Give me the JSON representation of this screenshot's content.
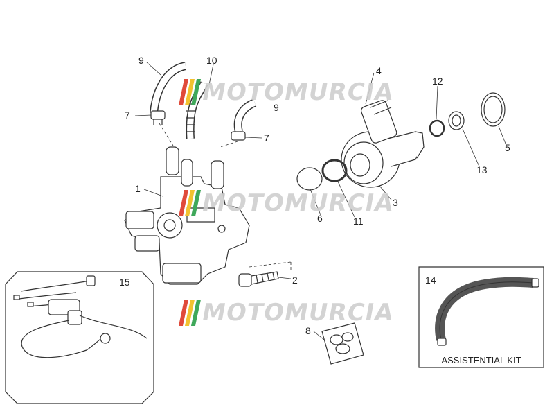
{
  "callouts": {
    "c1": "1",
    "c2": "2",
    "c3": "3",
    "c4": "4",
    "c5": "5",
    "c6": "6",
    "c7a": "7",
    "c7b": "7",
    "c8": "8",
    "c9a": "9",
    "c9b": "9",
    "c10": "10",
    "c11": "11",
    "c12": "12",
    "c13": "13",
    "c14": "14",
    "c15": "15"
  },
  "kit": {
    "caption": "ASSISTENTIAL KIT"
  },
  "watermark": {
    "text": "MOTOMURCIA",
    "stripe_colors": [
      "#e04a3a",
      "#f2c230",
      "#3fa85a"
    ]
  },
  "colors": {
    "line": "#333333",
    "hose": "#555555"
  }
}
